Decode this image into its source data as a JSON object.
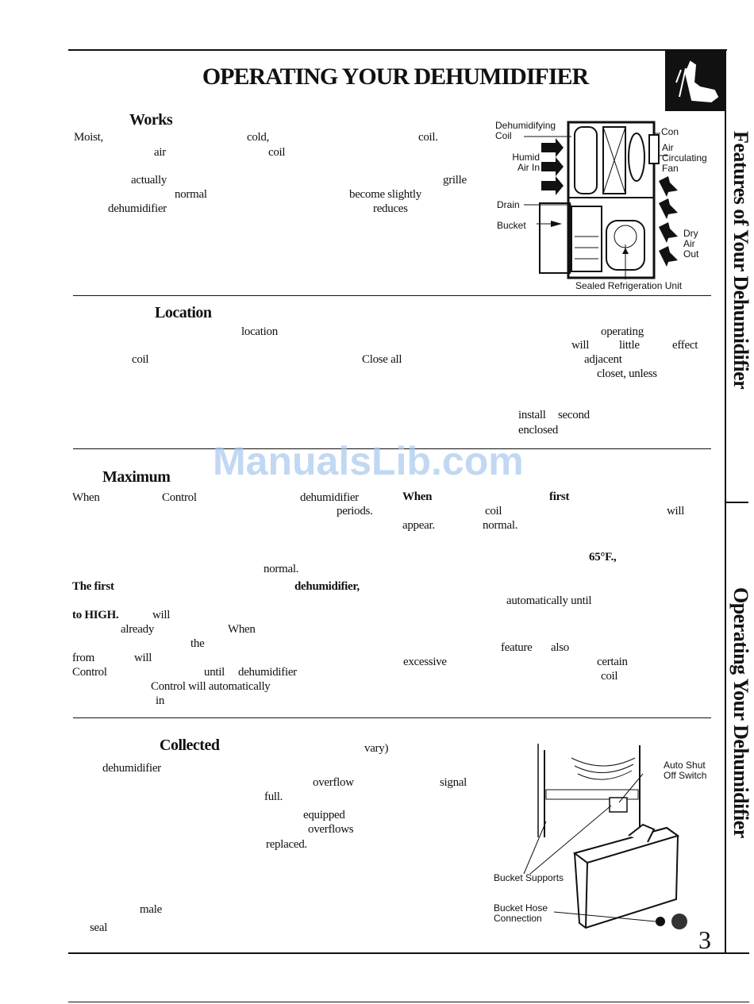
{
  "title": "OPERATING YOUR DEHUMIDIFIER",
  "side_tabs": {
    "features": "Features of Your Dehumidifier",
    "operating": "Operating Your Dehumidifier"
  },
  "page_number": "3",
  "watermark": "ManualsLib.com",
  "section1": {
    "heading": "Works",
    "words": {
      "moist": "Moist,",
      "cold": "cold,",
      "coil": "coil.",
      "air": "air",
      "coil2": "coil",
      "actually": "actually",
      "grille": "grille",
      "normal": "normal",
      "become": "become slightly",
      "dehumidifier": "dehumidifier",
      "reduces": "reduces"
    },
    "diagram": {
      "dehumidifying_coil": "Dehumidifying Coil",
      "con": "Con",
      "air_circulating_fan": "Air Circulating Fan",
      "humid_air_in": "Humid Air In",
      "drain": "Drain",
      "bucket": "Bucket",
      "dry_air_out": "Dry Air Out",
      "sealed_unit": "Sealed Refrigeration Unit"
    }
  },
  "section2": {
    "heading": "Location",
    "words": {
      "location": "location",
      "operating": "operating",
      "will": "will",
      "little": "little",
      "effect": "effect",
      "coil": "coil",
      "close_all": "Close all",
      "adjacent": "adjacent",
      "closet": "closet, unless",
      "install": "install",
      "second": "second",
      "enclosed": "enclosed"
    }
  },
  "section3": {
    "heading": "Maximum",
    "words": {
      "when": "When",
      "control": "Control",
      "dehumidifier": "dehumidifier",
      "when2": "When",
      "first": "first",
      "periods": "periods.",
      "coil": "coil",
      "will": "will",
      "appear": "appear.",
      "normal": "normal.",
      "temp": "65°F.,",
      "normal2": "normal.",
      "the_first": "The first",
      "dehumidifier2": "dehumidifier,",
      "automatically": "automatically until",
      "to_high": "to HIGH.",
      "will2": "will",
      "already": "already",
      "when3": "When",
      "the": "the",
      "feature": "feature",
      "also": "also",
      "from": "from",
      "will3": "will",
      "excessive": "excessive",
      "certain": "certain",
      "control2": "Control",
      "until": "until",
      "dehumidifier3": "dehumidifier",
      "coil2": "coil",
      "control_auto": "Control will automatically",
      "in": "in"
    }
  },
  "section4": {
    "heading": "Collected",
    "words": {
      "vary": "vary)",
      "dehumidifier": "dehumidifier",
      "overflow": "overflow",
      "signal": "signal",
      "full": "full.",
      "equipped": "equipped",
      "overflows": "overflows",
      "replaced": "replaced.",
      "male": "male",
      "seal": "seal"
    },
    "diagram": {
      "auto_shut_off": "Auto Shut Off Switch",
      "bucket_supports": "Bucket Supports",
      "bucket_hose": "Bucket Hose Connection"
    }
  }
}
